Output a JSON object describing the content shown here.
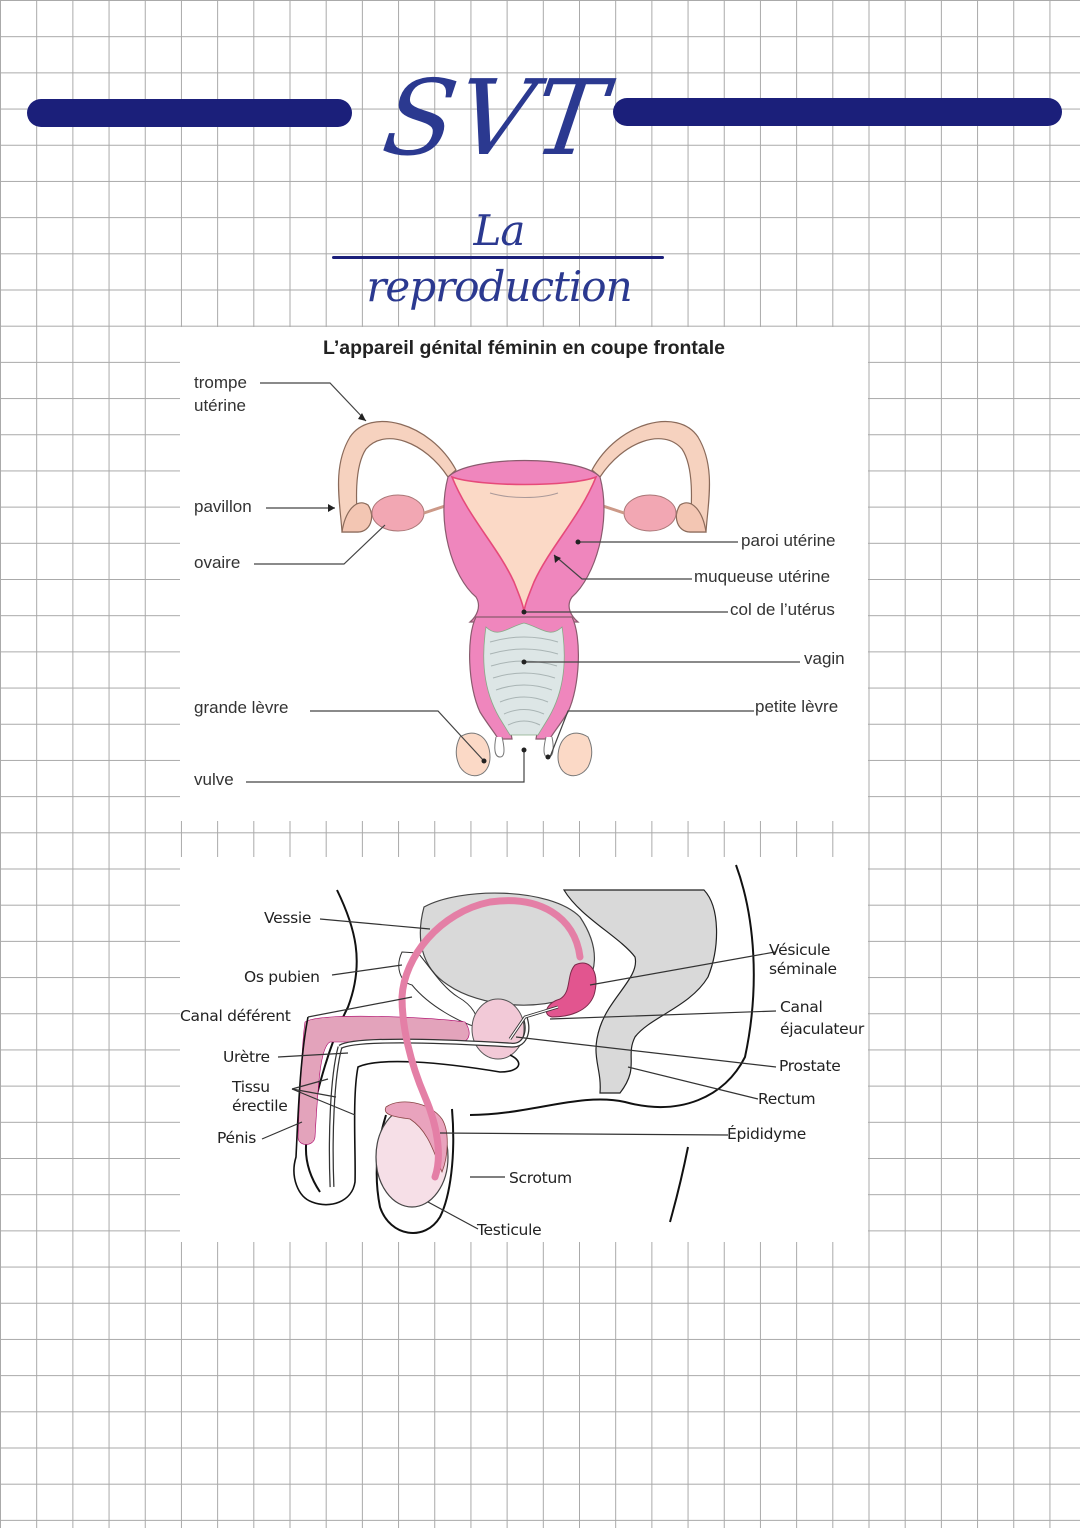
{
  "header": {
    "title": "SVT",
    "subtitle": "La reproduction",
    "accent_color": "#1b1f7a",
    "text_color": "#2b3990"
  },
  "female_figure": {
    "title": "L’appareil génital féminin en coupe frontale",
    "labels": {
      "trompe": "trompe",
      "uterine": "utérine",
      "pavillon": "pavillon",
      "ovaire": "ovaire",
      "paroi_uterine": "paroi utérine",
      "muqueuse_uterine": "muqueuse utérine",
      "col_uterus": "col de l’utérus",
      "vagin": "vagin",
      "grande_levre": "grande lèvre",
      "petite_levre": "petite lèvre",
      "vulve": "vulve"
    },
    "colors": {
      "uterus_wall": "#ef86bd",
      "mucosa": "#fbd9c6",
      "vagina": "#dde6e6",
      "tube": "#f6d2bf",
      "ovary": "#f2a7b3"
    }
  },
  "male_figure": {
    "labels": {
      "vessie": "Vessie",
      "os_pubien": "Os pubien",
      "canal_deferent": "Canal déférent",
      "uretre": "Urètre",
      "tissu": "Tissu",
      "erectile": "érectile",
      "penis": "Pénis",
      "scrotum": "Scrotum",
      "testicule": "Testicule",
      "vesicule": "Vésicule",
      "seminale": "séminale",
      "canal": "Canal",
      "ejaculateur": "éjaculateur",
      "prostate": "Prostate",
      "rectum": "Rectum",
      "epididyme": "Épididyme"
    },
    "colors": {
      "duct": "#e47fa6",
      "erectile": "#e3a3bb",
      "organ_gray": "#d9d9d9",
      "testis": "#f6dfe7",
      "seminal": "#e2558f"
    }
  }
}
